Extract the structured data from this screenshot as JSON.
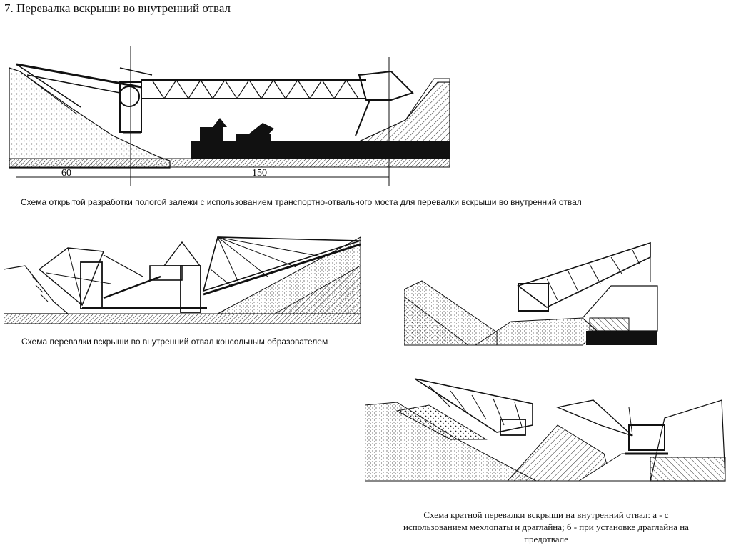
{
  "slide": {
    "title": "7. Перевалка вскрыши во внутренний отвал"
  },
  "figure1": {
    "dim_left": "60",
    "dim_right": "150",
    "caption": "Схема открытой разработки пологой залежи с использованием транспортно-отвального моста для перевалки вскрыши во внутренний отвал"
  },
  "figure2": {
    "caption": "Схема перевалки вскрыши во внутренний отвал консольным образователем"
  },
  "figure3": {
    "caption_line1": "Схема кратной перевалки вскрыши на внутренний отвал: а - с",
    "caption_line2": "использованием мехлопаты и драглайна; б - при установке драглайна на",
    "caption_line3": "предотвале"
  }
}
